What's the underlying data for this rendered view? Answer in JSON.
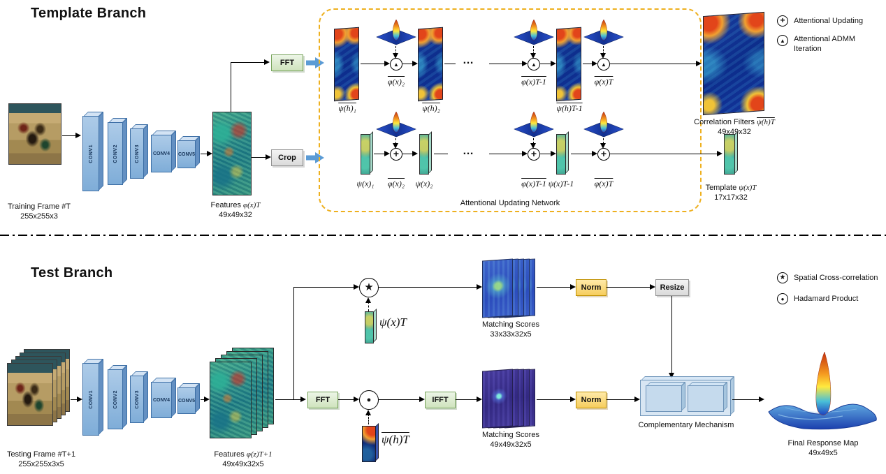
{
  "template_branch": {
    "title": "Template Branch",
    "input": {
      "label": "Training Frame #T",
      "dims": "255x255x3"
    },
    "convs": [
      "CONV1",
      "CONV2",
      "CONV3",
      "CONV4",
      "CONV5"
    ],
    "features": {
      "label": "Features",
      "math": "φ(x)T",
      "dims": "49x49x32"
    },
    "fft_label": "FFT",
    "crop_label": "Crop",
    "network_label": "Attentional Updating Network",
    "filter_row": {
      "item1": "ψ(h)₁",
      "op1": "φ(x)₂",
      "item2": "ψ(h)₂",
      "dots": "…",
      "op2": "φ(x)T-1",
      "item3": "ψ(h)T-1",
      "op3": "φ(x)T"
    },
    "template_row": {
      "item1": "ψ(x)₁",
      "op1": "φ(x)₂",
      "item2": "ψ(x)₂",
      "dots": "…",
      "op2": "φ(x)T-1",
      "item3": "ψ(x)T-1",
      "op3": "φ(x)T"
    },
    "output_filters": {
      "label": "Correlation Filters",
      "math": "ψ(h)T",
      "dims": "49x49x32"
    },
    "output_template": {
      "label": "Template",
      "math": "ψ(x)T",
      "dims": "17x17x32"
    },
    "legend": [
      {
        "symbol": "+",
        "label": "Attentional Updating"
      },
      {
        "symbol": "▲",
        "label": "Attentional ADMM Iteration"
      }
    ]
  },
  "test_branch": {
    "title": "Test Branch",
    "input": {
      "label": "Testing Frame #T+1",
      "dims": "255x255x3x5"
    },
    "convs": [
      "CONV1",
      "CONV2",
      "CONV3",
      "CONV4",
      "CONV5"
    ],
    "features": {
      "label": "Features",
      "math": "φ(z)T+1",
      "dims": "49x49x32x5"
    },
    "fft_label": "FFT",
    "ifft_label": "IFFT",
    "norm1_label": "Norm",
    "norm2_label": "Norm",
    "resize_label": "Resize",
    "template_math": "ψ(x)T",
    "filter_math": "ψ(h)T",
    "matching_scores_1": {
      "label": "Matching Scores",
      "dims": "33x33x32x5"
    },
    "matching_scores_2": {
      "label": "Matching Scores",
      "dims": "49x49x32x5"
    },
    "comp_label": "Complementary Mechanism",
    "final": {
      "label": "Final Response Map",
      "dims": "49x49x5"
    },
    "legend": [
      {
        "symbol": "★",
        "label": "Spatial Cross-correlation"
      },
      {
        "symbol": "●",
        "label": "Hadamard Product"
      }
    ]
  },
  "operators": {
    "attentional_updating": "+",
    "admm_iteration": "▲",
    "cross_correlation": "★",
    "hadamard": "●"
  },
  "colors": {
    "block_arrow": "#5b9bd5",
    "dashed_network_box": "#eeb01f",
    "fft_box": "#d9e8cb",
    "crop_resize_box": "#e3e3e3",
    "norm_box": "#f6cd5d",
    "conv_box": "#8fb6e0"
  }
}
